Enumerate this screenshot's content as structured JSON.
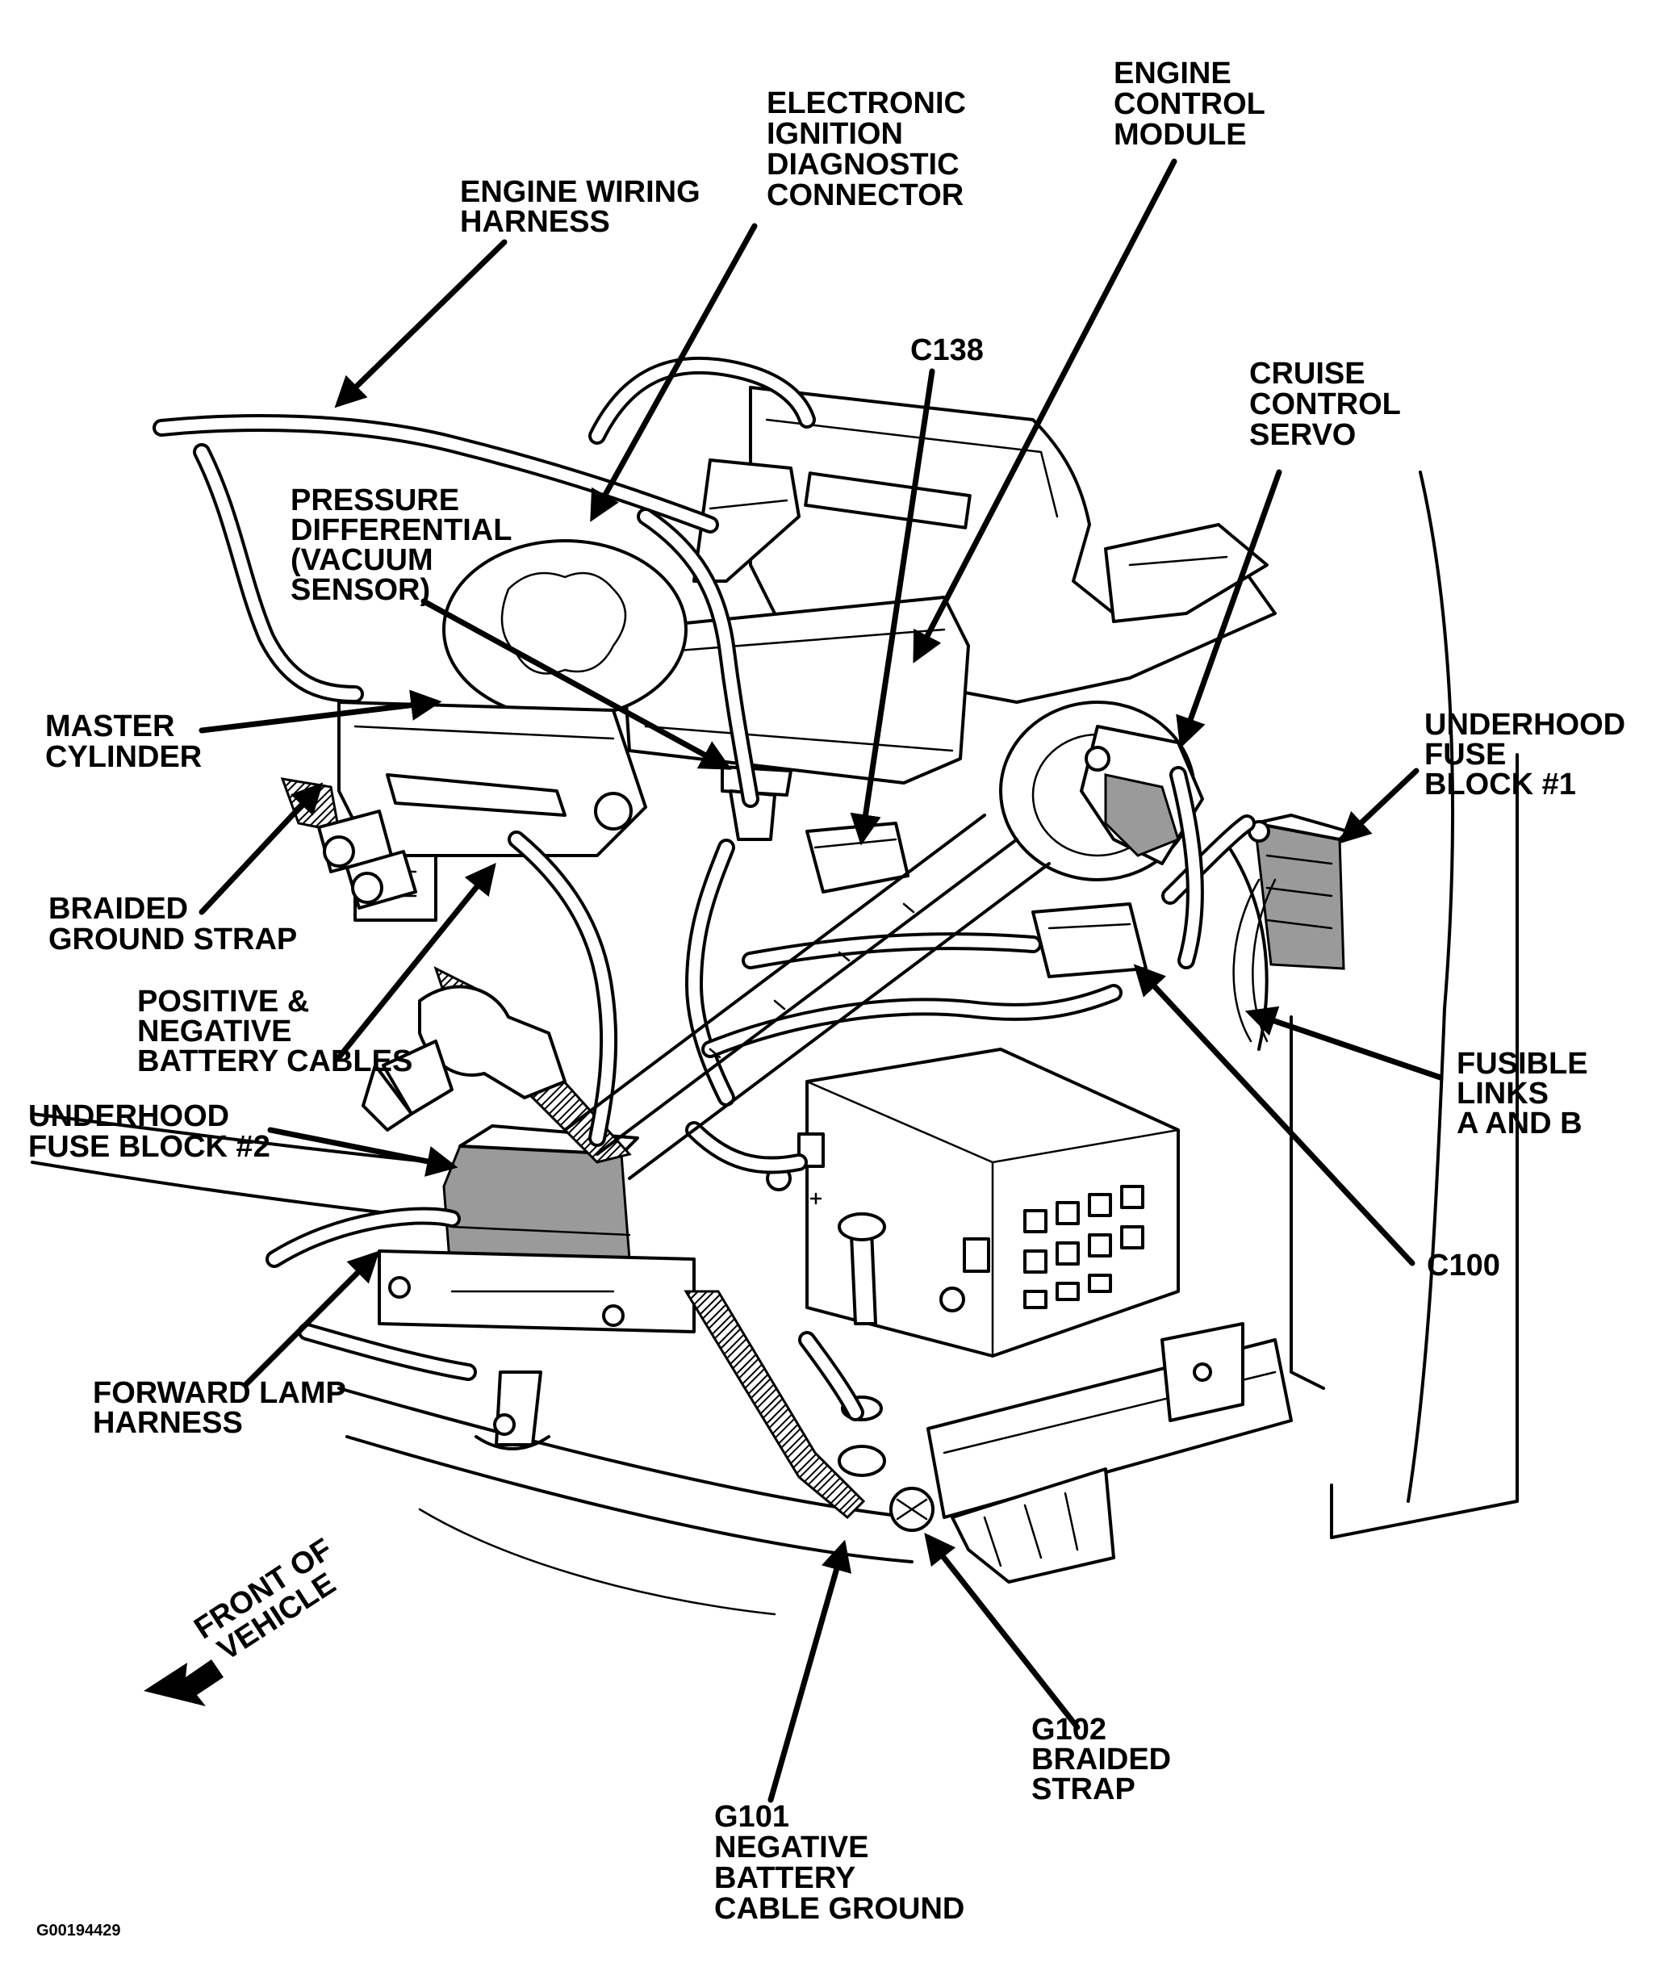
{
  "figure_code": "G00194429",
  "orientation": {
    "line1": "FRONT OF",
    "line2": "VEHICLE"
  },
  "callouts": [
    {
      "id": "engine-wiring-harness",
      "lines": [
        "ENGINE WIRING",
        "HARNESS"
      ]
    },
    {
      "id": "electronic-ignition-diagnostic-connector",
      "lines": [
        "ELECTRONIC",
        "IGNITION",
        "DIAGNOSTIC",
        "CONNECTOR"
      ]
    },
    {
      "id": "engine-control-module",
      "lines": [
        "ENGINE",
        "CONTROL",
        "MODULE"
      ]
    },
    {
      "id": "c138",
      "lines": [
        "C138"
      ]
    },
    {
      "id": "cruise-control-servo",
      "lines": [
        "CRUISE",
        "CONTROL",
        "SERVO"
      ]
    },
    {
      "id": "pressure-differential",
      "lines": [
        "PRESSURE",
        "DIFFERENTIAL",
        "(VACUUM",
        "SENSOR)"
      ]
    },
    {
      "id": "master-cylinder",
      "lines": [
        "MASTER",
        "CYLINDER"
      ]
    },
    {
      "id": "underhood-fuse-block-1",
      "lines": [
        "UNDERHOOD",
        "FUSE",
        "BLOCK #1"
      ]
    },
    {
      "id": "braided-ground-strap",
      "lines": [
        "BRAIDED",
        "GROUND STRAP"
      ]
    },
    {
      "id": "positive-negative-battery-cables",
      "lines": [
        "POSITIVE &",
        "NEGATIVE",
        "BATTERY CABLES"
      ]
    },
    {
      "id": "fusible-links",
      "lines": [
        "FUSIBLE",
        "LINKS",
        "A AND B"
      ]
    },
    {
      "id": "underhood-fuse-block-2",
      "lines": [
        "UNDERHOOD",
        "FUSE BLOCK #2"
      ]
    },
    {
      "id": "c100",
      "lines": [
        "C100"
      ]
    },
    {
      "id": "forward-lamp-harness",
      "lines": [
        "FORWARD LAMP",
        "HARNESS"
      ]
    },
    {
      "id": "g102-braided-strap",
      "lines": [
        "G102",
        "BRAIDED",
        "STRAP"
      ]
    },
    {
      "id": "g101-negative-battery-cable-ground",
      "lines": [
        "G101",
        "NEGATIVE",
        "BATTERY",
        "CABLE GROUND"
      ]
    }
  ]
}
